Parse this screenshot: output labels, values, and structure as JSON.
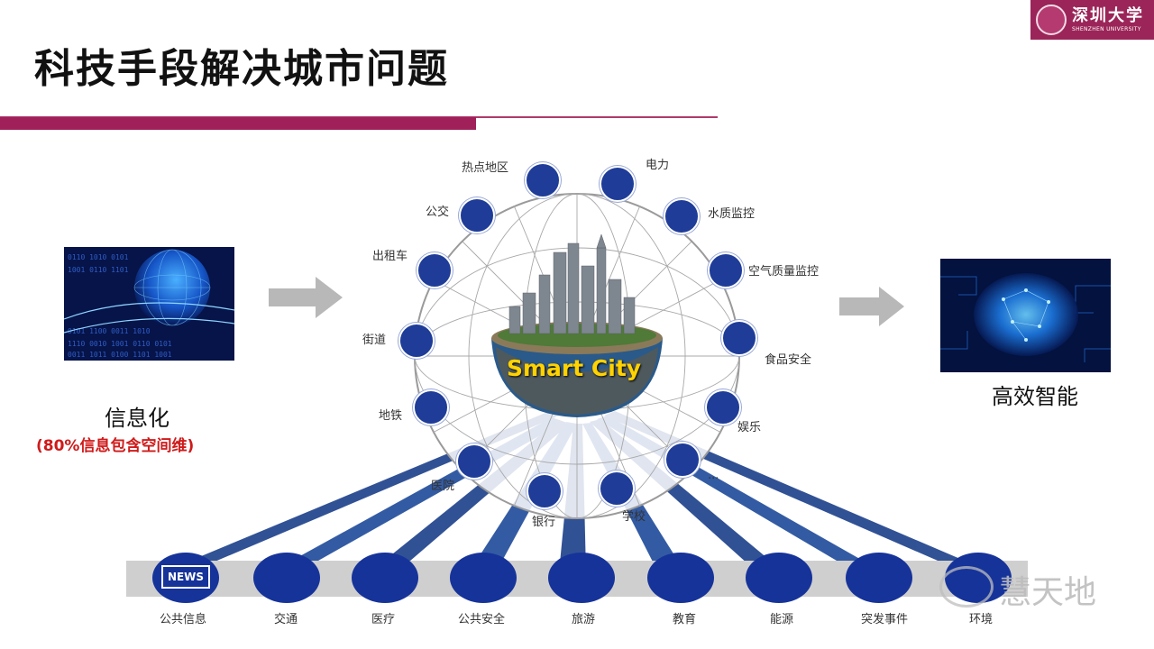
{
  "title": "科技手段解决城市问题",
  "logo": {
    "cn": "深圳大学",
    "en": "SHENZHEN UNIVERSITY"
  },
  "left": {
    "label": "信息化",
    "sub": "(80%信息包含空间维)"
  },
  "right": {
    "label": "高效智能"
  },
  "center": {
    "smart_city": "Smart City"
  },
  "ring_labels": {
    "hotspot": "热点地区",
    "power": "电力",
    "water": "水质监控",
    "air": "空气质量监控",
    "food": "食品安全",
    "entertainment": "娱乐",
    "more": "...",
    "school": "学校",
    "bank": "银行",
    "hospital": "医院",
    "subway": "地铁",
    "street": "街道",
    "taxi": "出租车",
    "bus": "公交"
  },
  "bottom": {
    "news_icon_text": "NEWS",
    "items": [
      "公共信息",
      "交通",
      "医疗",
      "公共安全",
      "旅游",
      "教育",
      "能源",
      "突发事件",
      "环境"
    ]
  },
  "watermark": "慧天地"
}
